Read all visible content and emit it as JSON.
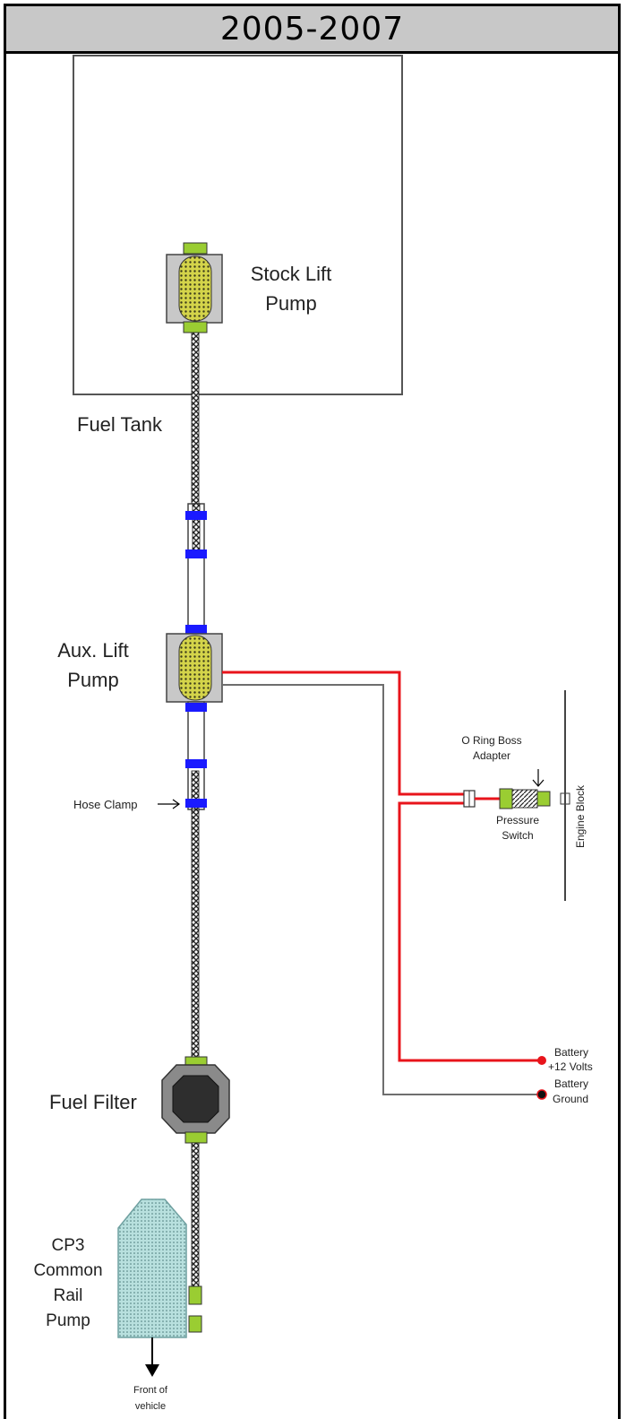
{
  "header": {
    "title": "2005-2007"
  },
  "labels": {
    "stock_lift_pump_1": "Stock Lift",
    "stock_lift_pump_2": "Pump",
    "fuel_tank": "Fuel Tank",
    "aux_lift_pump_1": "Aux. Lift",
    "aux_lift_pump_2": "Pump",
    "hose_clamp": "Hose Clamp",
    "o_ring_boss_1": "O Ring Boss",
    "o_ring_boss_2": "Adapter",
    "pressure_switch_1": "Pressure",
    "pressure_switch_2": "Switch",
    "engine_block": "Engine Block",
    "battery_pos_1": "Battery",
    "battery_pos_2": "+12 Volts",
    "battery_gnd_1": "Battery",
    "battery_gnd_2": "Ground",
    "fuel_filter": "Fuel Filter",
    "cp3_1": "CP3",
    "cp3_2": "Common",
    "cp3_3": "Rail",
    "cp3_4": "Pump",
    "front_1": "Front of",
    "front_2": "vehicle"
  },
  "colors": {
    "power_wire": "#e8141b",
    "ground_wire": "#6e6e6e",
    "fitting": "#9acd32",
    "clamp": "#1a1aff",
    "pump_body": "#c8c8c8",
    "pump_core": "#d4d44a",
    "filter": "#8a8a8a",
    "cp3": "#b8e0de"
  }
}
